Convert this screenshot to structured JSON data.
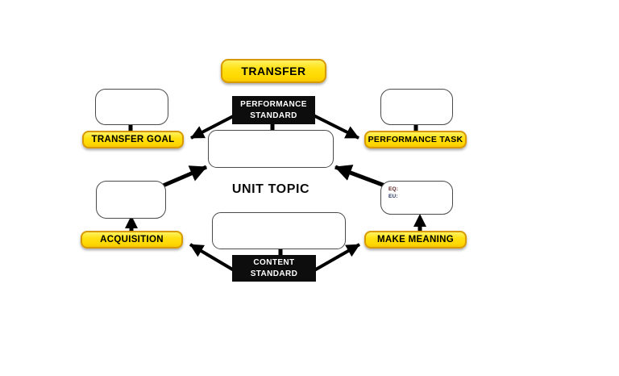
{
  "diagram": {
    "title": "TRANSFER",
    "unit_topic": "UNIT TOPIC",
    "performance_standard": {
      "line1": "PERFORMANCE",
      "line2": "STANDARD"
    },
    "content_standard": {
      "line1": "CONTENT",
      "line2": "STANDARD"
    },
    "badges": {
      "transfer_goal": "TRANSFER GOAL",
      "performance_task": "PERFORMANCE TASK",
      "acquisition": "ACQUISITION",
      "make_meaning": "MAKE MEANING"
    },
    "eq_eu_box": {
      "line1": "EQ:",
      "line2": "EU:"
    },
    "colors": {
      "badge_fill": "#FFE112",
      "badge_border": "#D89A00",
      "black_box": "#0D0D0D",
      "note_border": "#4A4A4A",
      "arrow": "#000000",
      "eq_text": "#5A1A1A",
      "eu_text": "#1F2D5A"
    }
  }
}
